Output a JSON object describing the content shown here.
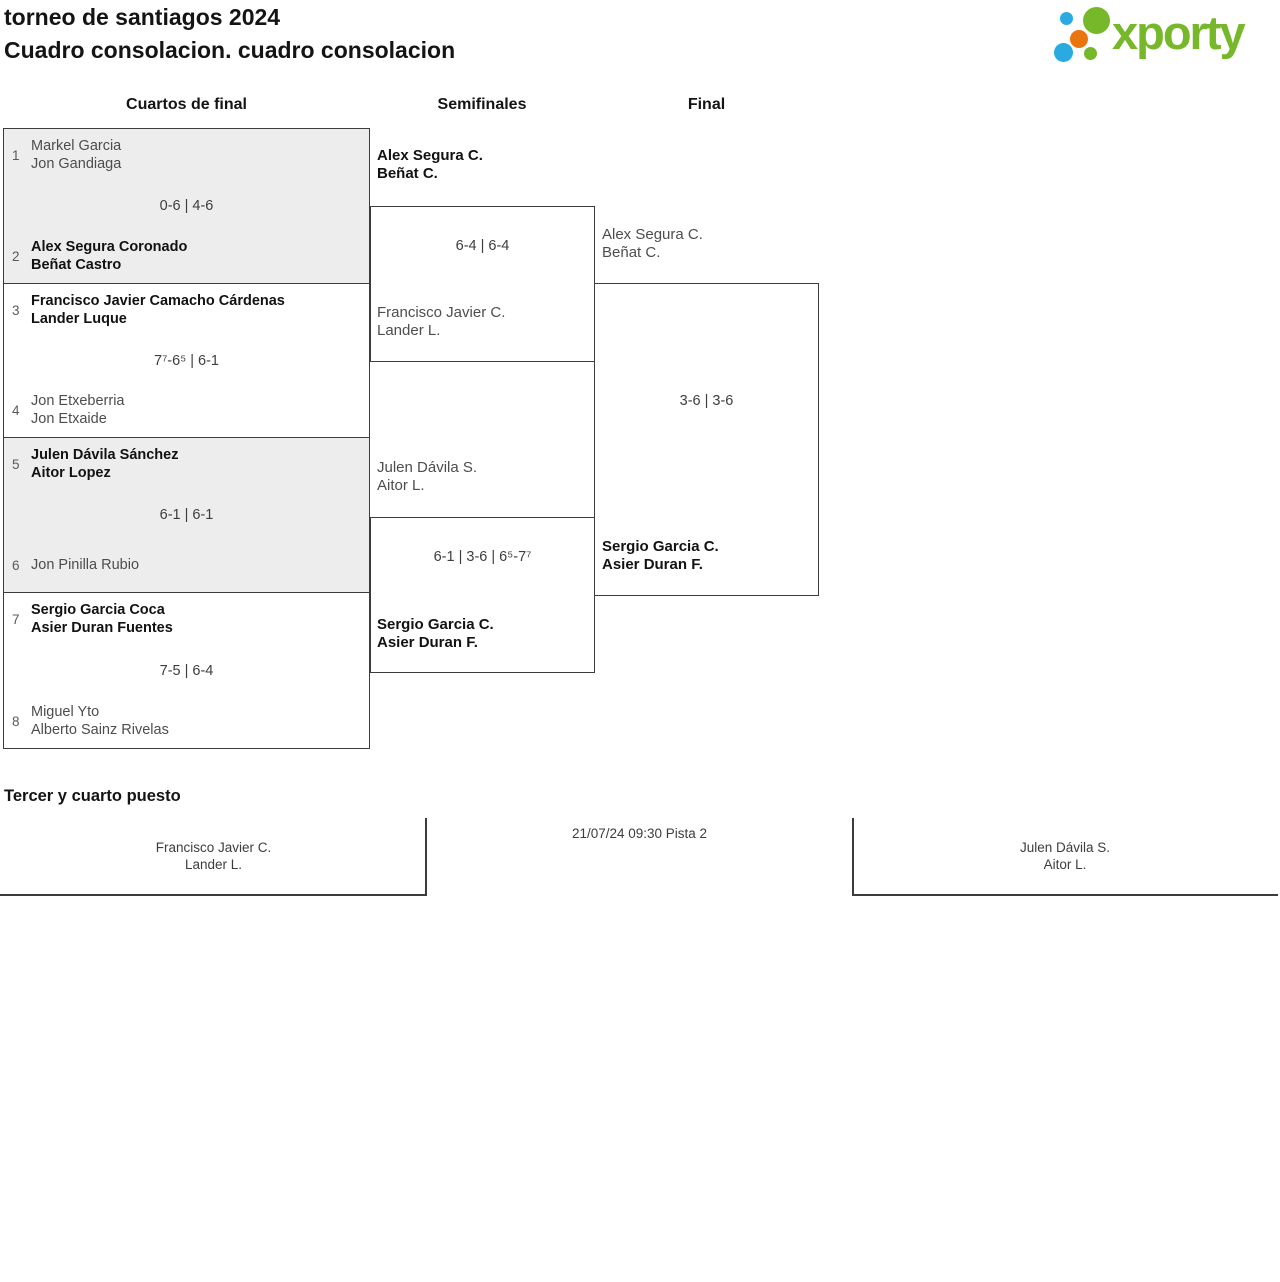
{
  "header": {
    "title_line1": "torneo de santiagos 2024",
    "title_line2": "Cuadro consolacion. cuadro consolacion",
    "logo_text": "xporty"
  },
  "columns": [
    "Cuartos de final",
    "Semifinales",
    "Final"
  ],
  "rounds": {
    "quarterfinals": [
      {
        "score": "0-6 | 4-6",
        "top": {
          "seed": "1",
          "lines": [
            "Markel Garcia",
            "Jon Gandiaga"
          ]
        },
        "bottom": {
          "seed": "2",
          "lines": [
            "Alex Segura Coronado",
            "Beñat Castro"
          ]
        }
      },
      {
        "score": "7⁷-6⁵ | 6-1",
        "top": {
          "seed": "3",
          "lines": [
            "Francisco Javier Camacho Cárdenas",
            "Lander Luque"
          ]
        },
        "bottom": {
          "seed": "4",
          "lines": [
            "Jon Etxeberria",
            "Jon Etxaide"
          ]
        }
      },
      {
        "score": "6-1 | 6-1",
        "top": {
          "seed": "5",
          "lines": [
            "Julen Dávila Sánchez",
            "Aitor Lopez"
          ]
        },
        "bottom": {
          "seed": "6",
          "lines": [
            "Jon Pinilla Rubio"
          ]
        }
      },
      {
        "score": "7-5 | 6-4",
        "top": {
          "seed": "7",
          "lines": [
            "Sergio Garcia Coca",
            "Asier Duran Fuentes"
          ]
        },
        "bottom": {
          "seed": "8",
          "lines": [
            "Miguel Yto",
            "Alberto Sainz Rivelas"
          ]
        }
      }
    ],
    "semifinals": [
      {
        "score": "6-4 | 6-4",
        "top": {
          "lines": [
            "Alex Segura C.",
            "Beñat C."
          ]
        },
        "bottom": {
          "lines": [
            "Francisco Javier C.",
            "Lander L."
          ]
        }
      },
      {
        "score": "6-1 | 3-6 | 6⁵-7⁷",
        "top": {
          "lines": [
            "Julen Dávila S.",
            "Aitor L."
          ]
        },
        "bottom": {
          "lines": [
            "Sergio Garcia C.",
            "Asier Duran F."
          ]
        }
      }
    ],
    "final": {
      "score": "3-6 | 3-6",
      "top": {
        "lines": [
          "Alex Segura C.",
          "Beñat C."
        ]
      },
      "bottom": {
        "lines": [
          "Sergio Garcia C.",
          "Asier Duran F."
        ]
      }
    }
  },
  "third_place": {
    "heading": "Tercer y cuarto puesto",
    "left": {
      "lines": [
        "Francisco Javier C.",
        "Lander L."
      ]
    },
    "schedule": "21/07/24 09:30 Pista 2",
    "right": {
      "lines": [
        "Julen Dávila S.",
        "Aitor L."
      ]
    }
  },
  "colors": {
    "logo_green": "#76b82a",
    "logo_blue": "#29abe2",
    "logo_orange": "#ea750f",
    "bracket_border": "#3c3c3c",
    "shaded_match_bg": "#ededed",
    "winner_text": "#121212",
    "loser_text": "#4d4d4d"
  }
}
